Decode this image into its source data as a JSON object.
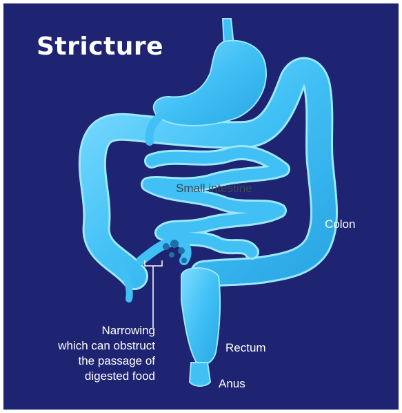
{
  "title": "Stricture",
  "labels": {
    "small_intestine": "Small intestine",
    "colon": "Colon",
    "rectum": "Rectum",
    "anus": "Anus",
    "narrowing": [
      "Narrowing",
      "which can obstruct",
      "the passage of",
      "digested food"
    ]
  },
  "colors": {
    "background": "#1f2472",
    "organ_fill": "#40c0f5",
    "organ_outline": "#8ee4ff",
    "organ_dark": "#1a8fc9",
    "stricture_spot": "#1e6fa8",
    "text": "#ffffff"
  }
}
